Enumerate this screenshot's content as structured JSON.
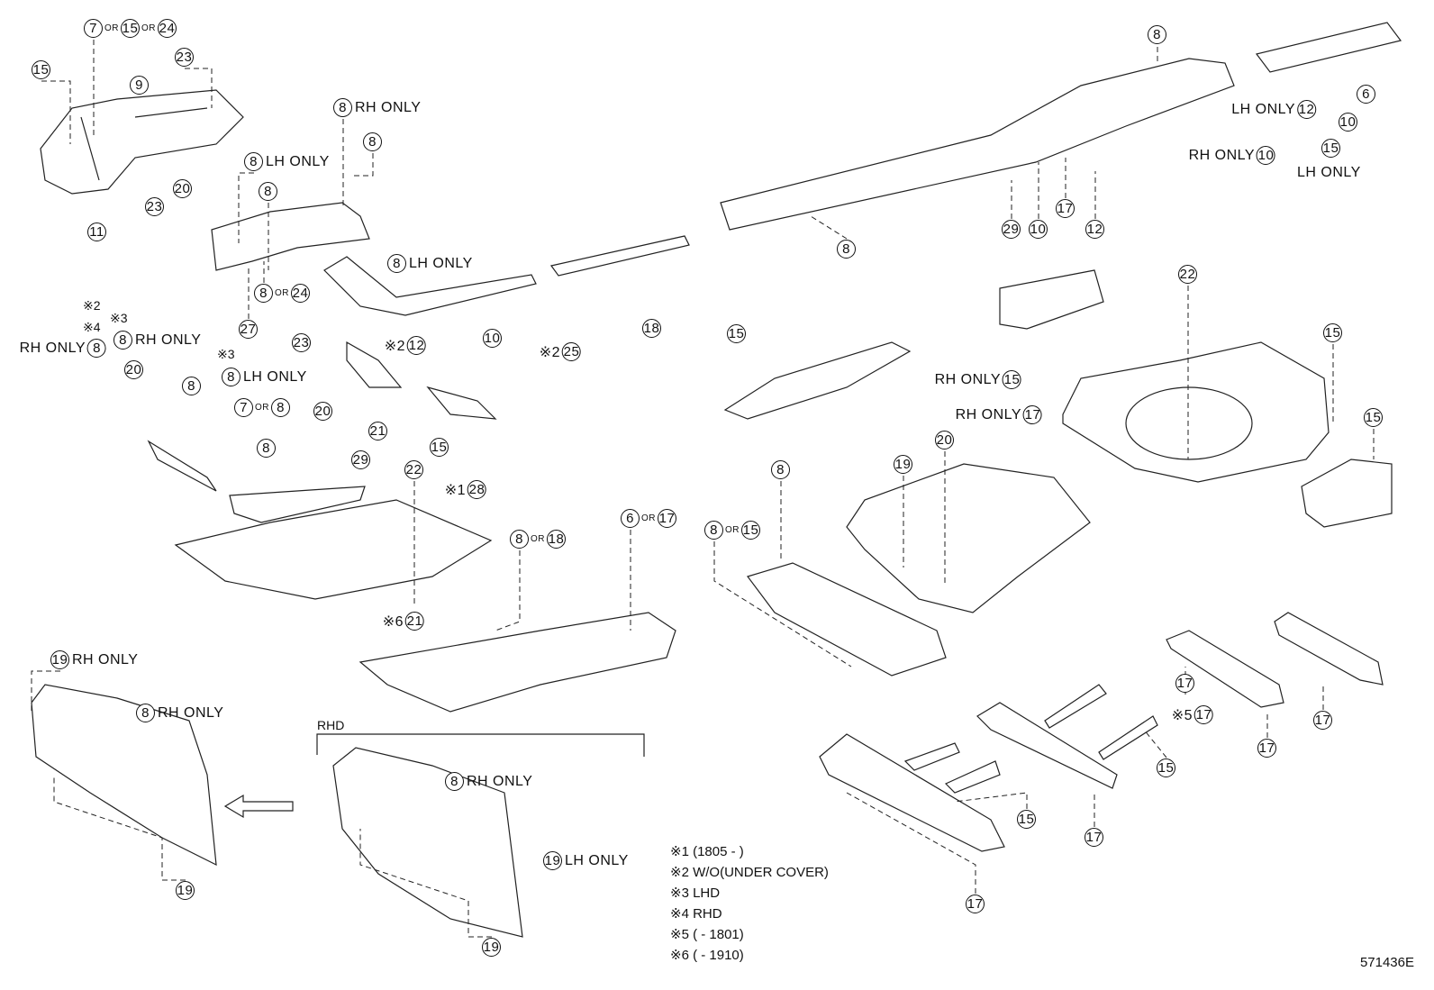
{
  "callouts": [
    {
      "nums": [
        "7",
        "15",
        "24"
      ],
      "joiner": "OR"
    },
    {
      "nums": [
        "23"
      ]
    },
    {
      "nums": [
        "15"
      ]
    },
    {
      "nums": [
        "9"
      ]
    },
    {
      "nums": [
        "20"
      ]
    },
    {
      "nums": [
        "23"
      ]
    },
    {
      "nums": [
        "11"
      ]
    },
    {
      "nums": [
        "8"
      ],
      "suffix": "LH ONLY"
    },
    {
      "nums": [
        "8"
      ],
      "suffix": "RH ONLY"
    },
    {
      "nums": [
        "8"
      ]
    },
    {
      "nums": [
        "8"
      ]
    },
    {
      "nums": [
        "8"
      ],
      "suffix": "LH ONLY"
    },
    {
      "nums": [
        "8",
        "24"
      ],
      "joiner": "OR"
    },
    {
      "nums": [
        "27"
      ]
    },
    {
      "nums": [
        "23"
      ]
    },
    {
      "nums": [
        "12"
      ],
      "prefix": "※2"
    },
    {
      "nums": [
        "10"
      ]
    },
    {
      "nums": [
        "25"
      ],
      "prefix": "※2"
    },
    {
      "nums": [
        "18"
      ]
    },
    {
      "nums": [
        "8"
      ]
    },
    {
      "nums": [
        "12"
      ],
      "prefix": "LH ONLY"
    },
    {
      "nums": [
        "6"
      ]
    },
    {
      "nums": [
        "10"
      ]
    },
    {
      "nums": [
        "15"
      ]
    },
    {
      "nums": [
        "10"
      ],
      "prefix": "RH ONLY"
    },
    {
      "nums": [
        "29"
      ]
    },
    {
      "nums": [
        "10"
      ]
    },
    {
      "nums": [
        "17"
      ]
    },
    {
      "nums": [
        "12"
      ]
    },
    {
      "nums": [
        "8"
      ]
    },
    {
      "nums": [
        "15"
      ]
    },
    {
      "nums": [
        "22"
      ]
    },
    {
      "nums": [
        "15"
      ]
    },
    {
      "nums": [
        "15"
      ],
      "prefix": "RH ONLY"
    },
    {
      "nums": [
        "17"
      ],
      "prefix": "RH ONLY"
    },
    {
      "nums": [
        "15"
      ]
    },
    {
      "nums": [
        "20"
      ]
    },
    {
      "nums": [
        "19"
      ]
    },
    {
      "nums": [
        "8"
      ]
    },
    {
      "nums": [
        "8",
        "15"
      ],
      "joiner": "OR"
    },
    {
      "nums": [
        "6",
        "17"
      ],
      "joiner": "OR"
    },
    {
      "nums": [
        "8",
        "18"
      ],
      "joiner": "OR"
    },
    {
      "nums": [
        "22"
      ]
    },
    {
      "nums": [
        "21"
      ],
      "prefix": "※6"
    },
    {
      "nums": [
        "15"
      ]
    },
    {
      "nums": [
        "28"
      ],
      "prefix": "※1"
    },
    {
      "nums": [
        "29"
      ]
    },
    {
      "nums": [
        "21"
      ]
    },
    {
      "nums": [
        "20"
      ]
    },
    {
      "nums": [
        "8"
      ],
      "prefix": "RH ONLY"
    },
    {
      "nums": [
        "8"
      ],
      "suffix": "RH ONLY"
    },
    {
      "nums": [
        "20"
      ]
    },
    {
      "nums": [
        "8"
      ]
    },
    {
      "nums": [
        "8"
      ],
      "suffix": "LH ONLY"
    },
    {
      "nums": [
        "7",
        "8"
      ],
      "joiner": "OR"
    },
    {
      "nums": [
        "8"
      ]
    },
    {
      "nums": [
        "19"
      ],
      "suffix": "RH ONLY"
    },
    {
      "nums": [
        "8"
      ],
      "suffix": "RH ONLY"
    },
    {
      "nums": [
        "19"
      ]
    },
    {
      "nums": [
        "8"
      ],
      "suffix": "RH ONLY"
    },
    {
      "nums": [
        "19"
      ],
      "suffix": "LH ONLY"
    },
    {
      "nums": [
        "19"
      ]
    },
    {
      "nums": [
        "17"
      ]
    },
    {
      "nums": [
        "17"
      ],
      "prefix": "※5"
    },
    {
      "nums": [
        "17"
      ]
    },
    {
      "nums": [
        "17"
      ]
    },
    {
      "nums": [
        "15"
      ]
    },
    {
      "nums": [
        "15"
      ]
    },
    {
      "nums": [
        "17"
      ]
    },
    {
      "nums": [
        "17"
      ]
    }
  ],
  "free_labels": {
    "lh_only_15": "LH ONLY",
    "mark_2a": "※2",
    "mark_4": "※4",
    "mark_3a": "※3",
    "mark_3b": "※3"
  },
  "rhd_label": "RHD",
  "notes": [
    "※1 (1805 -        )",
    "※2 W/O(UNDER COVER)",
    "※3 LHD",
    "※4 RHD",
    "※5 (        - 1801)",
    "※6 (        - 1910)"
  ],
  "diagram_code": "571436E"
}
